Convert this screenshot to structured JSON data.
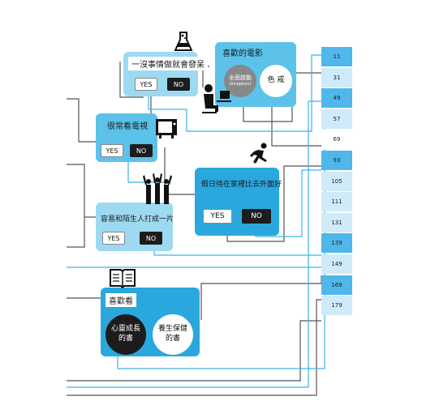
{
  "questions": {
    "q1": {
      "title": "一沒事情做就會發呆",
      "yes": "YES",
      "no": "NO"
    },
    "q2": {
      "title": "喜歡的電影",
      "opt_a": "全面啟動",
      "opt_a_sub": "(Inception)",
      "opt_b": "色 戒"
    },
    "q3": {
      "title": "很常看電視",
      "yes": "YES",
      "no": "NO"
    },
    "q4": {
      "title": "假日待在家裡比去外面好",
      "yes": "YES",
      "no": "NO"
    },
    "q5": {
      "title": "容易和陌生人打成一片",
      "yes": "YES",
      "no": "NO"
    },
    "q6": {
      "title": "喜歡看",
      "opt_a": "心靈成長的書",
      "opt_b": "養生保健的書"
    }
  },
  "results": [
    "11",
    "31",
    "49",
    "57",
    "69",
    "93",
    "105",
    "111",
    "131",
    "139",
    "149",
    "169",
    "179"
  ],
  "result_colors": [
    "#4fb7ea",
    "#cfeaf8",
    "#4fb7ea",
    "#cfeaf8",
    "#ffffff",
    "#4fb7ea",
    "#cfeaf8",
    "#cfeaf8",
    "#cfeaf8",
    "#4fb7ea",
    "#cfeaf8",
    "#4fb7ea",
    "#cfeaf8"
  ],
  "icons": [
    "flask-icon",
    "person-at-computer-icon",
    "television-icon",
    "running-person-icon",
    "crowd-cheering-icon",
    "open-book-icon"
  ]
}
